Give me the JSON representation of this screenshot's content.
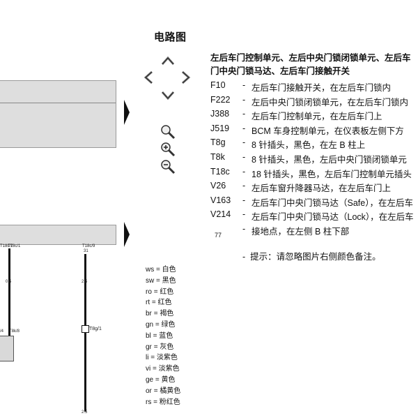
{
  "page_title": "电路图",
  "components": {
    "header_line1": "左后车门控制单元、左后中央门锁闭锁单元、左后车",
    "header_line2": "门中央门锁马达、左后车门接触开关",
    "items": [
      {
        "code": "F10",
        "desc": "左后车门接触开关，在左后车门锁内"
      },
      {
        "code": "F222",
        "desc": "左后中央门锁闭锁单元，在左后车门锁内"
      },
      {
        "code": "J388",
        "desc": "左后车门控制单元，在左后车门上"
      },
      {
        "code": "J519",
        "desc": "BCM 车身控制单元，在仪表板左侧下方"
      },
      {
        "code": "T8g",
        "desc": "8 针插头，黑色，在左 B 柱上"
      },
      {
        "code": "T8k",
        "desc": "8 针插头，黑色，左后中央门锁闭锁单元"
      },
      {
        "code": "T18c",
        "desc": "18 针插头，黑色，左后车门控制单元插头"
      },
      {
        "code": "V26",
        "desc": "左后车窗升降器马达，在左后车门上"
      },
      {
        "code": "V163",
        "desc": "左后车门中央门锁马达（Safe），在左后车"
      },
      {
        "code": "V214",
        "desc": "左后车门中央门锁马达（Lock），在左后车"
      },
      {
        "code": "",
        "desc": "接地点，在左侧 B 柱下部"
      }
    ],
    "dash": "-",
    "ground_number": "77",
    "hint": "提示：请忽略图片右侧颜色备注。"
  },
  "legend": [
    {
      "abbr": "ws",
      "color": "白色"
    },
    {
      "abbr": "sw",
      "color": "黑色"
    },
    {
      "abbr": "ro",
      "color": "红色"
    },
    {
      "abbr": "rt",
      "color": "红色"
    },
    {
      "abbr": "br",
      "color": "褐色"
    },
    {
      "abbr": "gn",
      "color": "绿色"
    },
    {
      "abbr": "bl",
      "color": "蓝色"
    },
    {
      "abbr": "gr",
      "color": "灰色"
    },
    {
      "abbr": "li",
      "color": "淡紫色"
    },
    {
      "abbr": "vi",
      "color": "淡紫色"
    },
    {
      "abbr": "ge",
      "color": "黄色"
    },
    {
      "abbr": "or",
      "color": "橘黄色"
    },
    {
      "abbr": "rs",
      "color": "粉红色"
    }
  ],
  "legend_eq": "=",
  "diagram": {
    "label_t18c7": "T18c/7",
    "label_t18c1": "T18c/1",
    "label_t18c9": "T18c/9",
    "pin_31": "31",
    "wire_05": "0.5",
    "wire_25a": "2.5",
    "wire_25b": "2.5",
    "label_t8k4": "/4",
    "label_t8k8": "T8k/8",
    "label_t8g1": "T8g/1"
  },
  "nav_icons": [
    "up-arrow",
    "left-arrow",
    "right-arrow",
    "down-arrow"
  ],
  "zoom_icons": [
    "zoom-fit",
    "zoom-in",
    "zoom-out"
  ]
}
